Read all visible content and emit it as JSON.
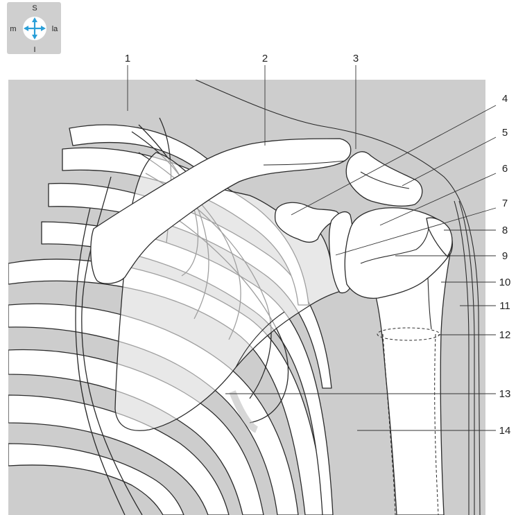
{
  "orientation": {
    "superior": "S",
    "inferior": "I",
    "medial": "m",
    "lateral": "la",
    "icon": "orientation-compass-icon",
    "arrow_color": "#2a9fd8",
    "panel_color": "#cfcfcf"
  },
  "colors": {
    "background": "#cdcdcd",
    "bone": "#ffffff",
    "outline": "#2a2a2a"
  },
  "labels": [
    "1",
    "2",
    "3",
    "4",
    "5",
    "6",
    "7",
    "8",
    "9",
    "10",
    "11",
    "12",
    "13",
    "14"
  ]
}
